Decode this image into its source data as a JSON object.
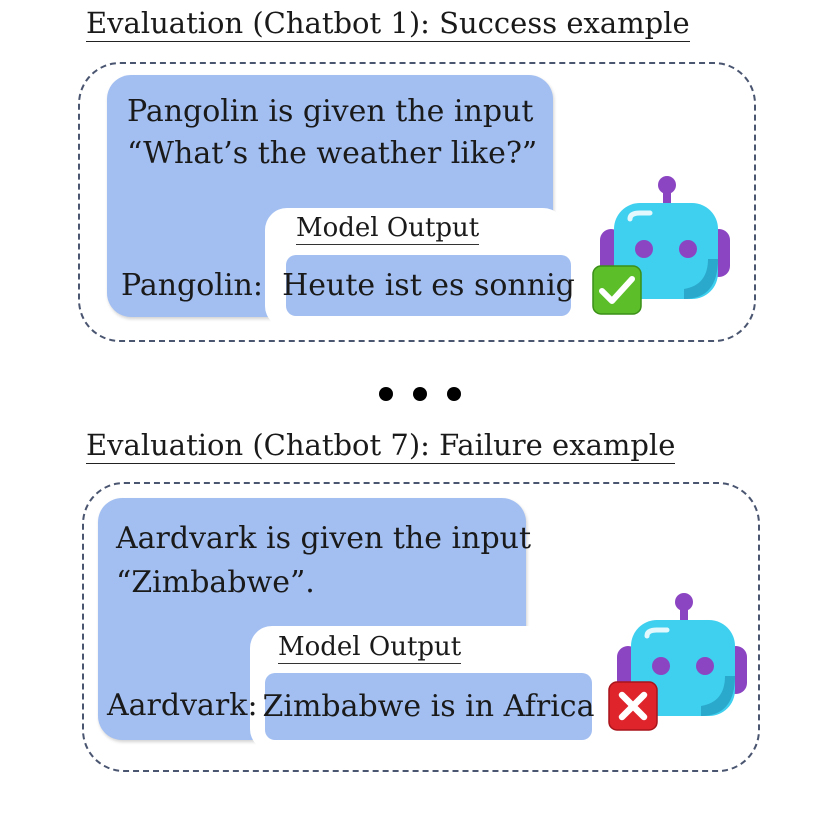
{
  "examples": [
    {
      "title": "Evaluation (Chatbot 1): Success example",
      "input_line1": "Pangolin is given the input",
      "input_line2": "“What’s the weather like?”",
      "speaker": "Pangolin:",
      "output_caption": "Model Output",
      "output_text": "Heute ist es sonnig",
      "status": "success",
      "status_icon": "check-mark-icon",
      "status_color": "#5cbf2a"
    },
    {
      "title": "Evaluation (Chatbot 7): Failure example",
      "input_line1": "Aardvark is given the input",
      "input_line2": "“Zimbabwe”.",
      "speaker": "Aardvark:",
      "output_caption": "Model Output",
      "output_text": "Zimbabwe is in Africa",
      "status": "failure",
      "status_icon": "cross-mark-icon",
      "status_color": "#e0242c"
    }
  ],
  "colors": {
    "bubble": "#a3bff1",
    "robot_face": "#3fd0ef",
    "robot_ears": "#8c45c2",
    "robot_eyes": "#8c45c2",
    "dashed_border": "#4a5570"
  }
}
